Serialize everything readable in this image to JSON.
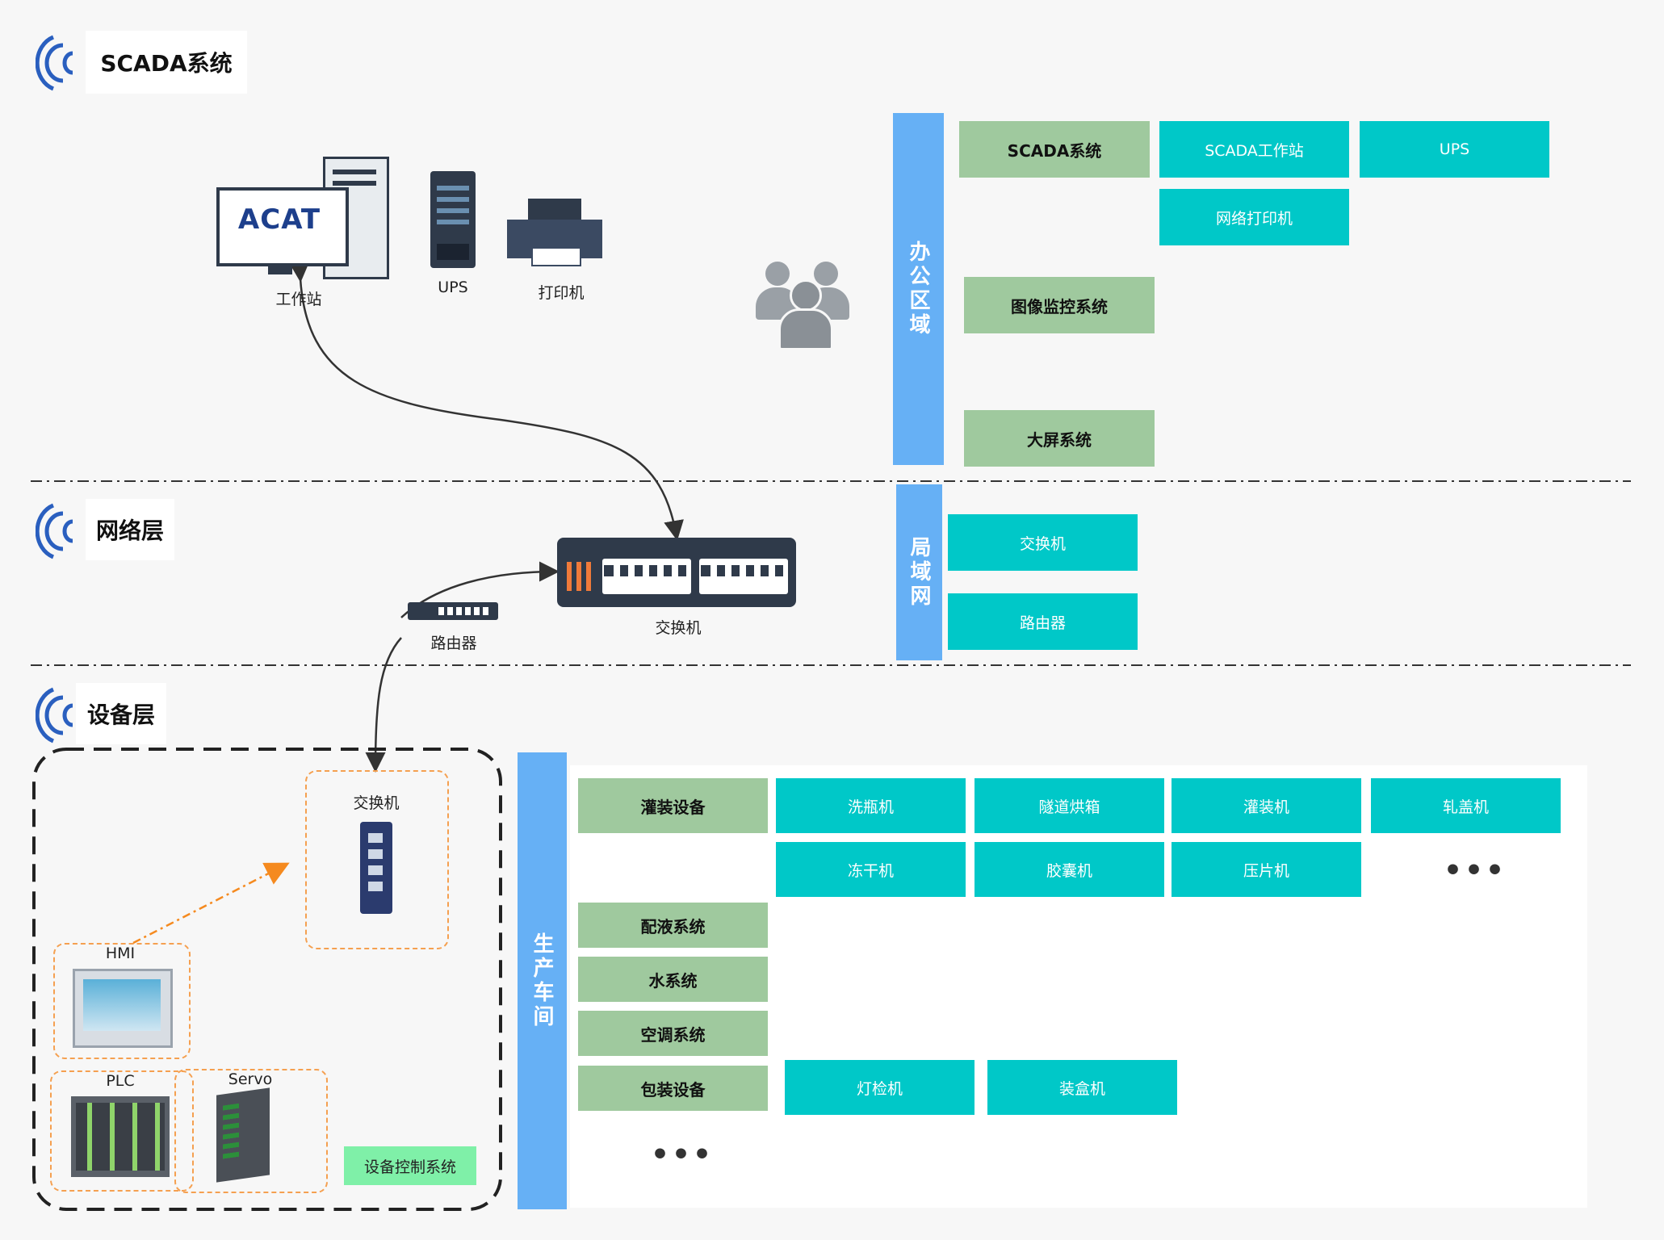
{
  "layers": {
    "scada": "SCADA系统",
    "network": "网络层",
    "device": "设备层"
  },
  "devices": {
    "workstation": "工作站",
    "ups": "UPS",
    "printer": "打印机",
    "switch_main": "交换机",
    "router": "路由器",
    "switch_device": "交换机",
    "hmi": "HMI",
    "plc": "PLC",
    "servo": "Servo",
    "device_control": "设备控制系统",
    "monitor_brand": "ACAT"
  },
  "office": {
    "bar": "办公区域",
    "scada_system": "SCADA系统",
    "scada_workstation": "SCADA工作站",
    "ups": "UPS",
    "network_printer": "网络打印机",
    "video_monitoring": "图像监控系统",
    "big_screen": "大屏系统"
  },
  "lan": {
    "bar": "局域网",
    "switch": "交换机",
    "router": "路由器"
  },
  "production": {
    "bar": "生产车间",
    "filling": "灌装设备",
    "bottle_washer": "洗瓶机",
    "tunnel_oven": "隧道烘箱",
    "filler": "灌装机",
    "capper": "轧盖机",
    "freeze_dryer": "冻干机",
    "capsule": "胶囊机",
    "tablet_press": "压片机",
    "more1": "•••",
    "dispensing": "配液系统",
    "water": "水系统",
    "hvac": "空调系统",
    "packaging": "包装设备",
    "light_inspection": "灯检机",
    "cartoner": "装盒机",
    "more2": "•••"
  },
  "colors": {
    "bar_blue": "#66b0f5",
    "green": "#9fc99e",
    "teal": "#00c8c8",
    "orange": "#f5a050"
  }
}
